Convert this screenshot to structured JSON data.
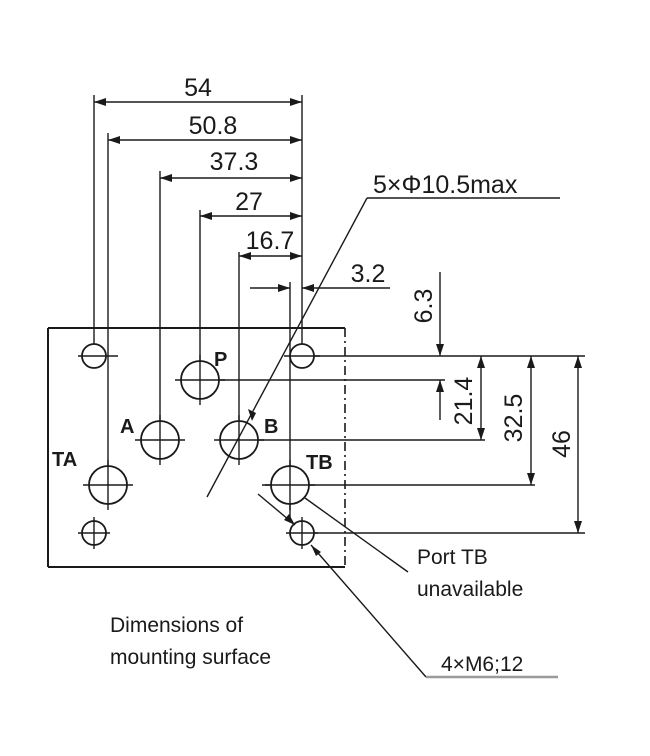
{
  "horizontal_dimensions": {
    "d54": "54",
    "d50_8": "50.8",
    "d37_3": "37.3",
    "d27": "27",
    "d16_7": "16.7",
    "d3_2": "3.2"
  },
  "vertical_dimensions": {
    "d6_3": "6.3",
    "d21_4": "21.4",
    "d32_5": "32.5",
    "d46": "46"
  },
  "ports": {
    "p": "P",
    "a": "A",
    "b": "B",
    "ta": "TA",
    "tb": "TB"
  },
  "callouts": {
    "port_holes": "5×Φ10.5max",
    "thread_holes": "4×M6;12",
    "tb_note_line1": "Port TB",
    "tb_note_line2": "unavailable"
  },
  "caption": {
    "line1": "Dimensions of",
    "line2": "mounting surface"
  }
}
